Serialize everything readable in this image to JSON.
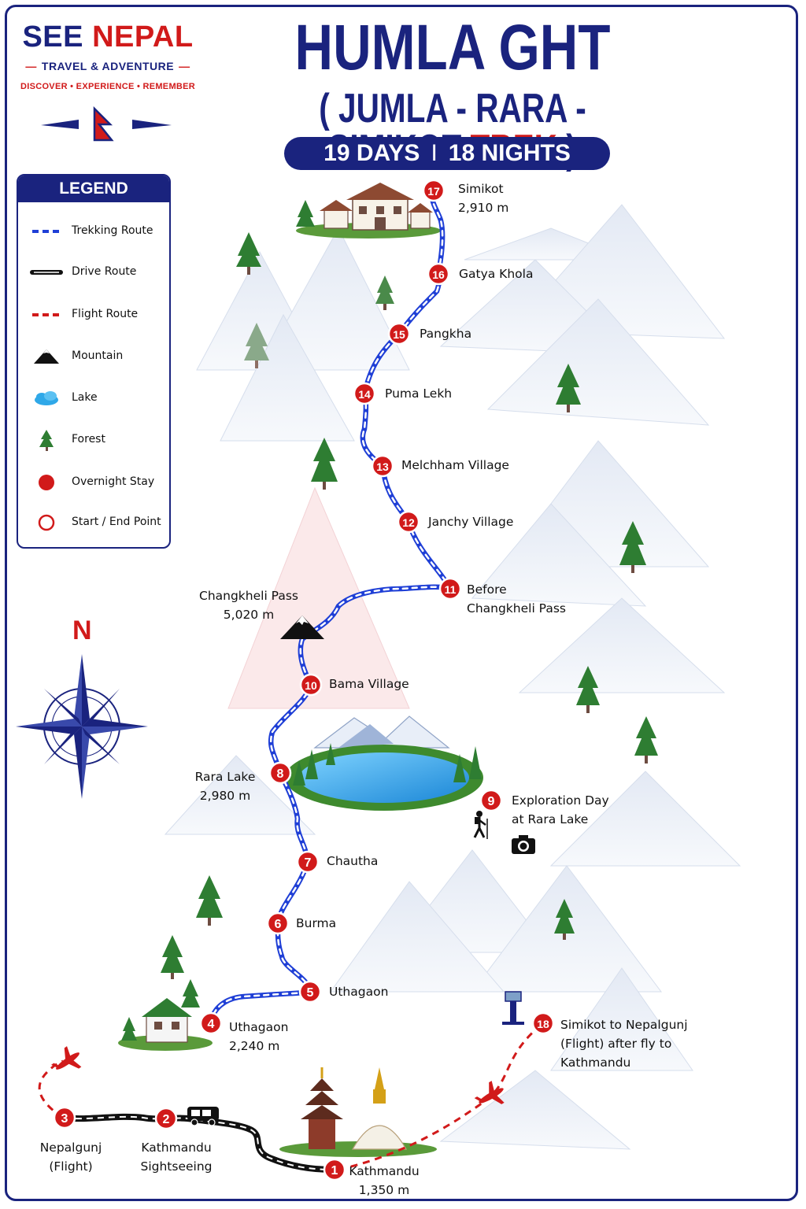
{
  "brand": {
    "name_part1": "SEE",
    "name_part2": "NEPAL",
    "subtitle": "TRAVEL & ADVENTURE",
    "tagline": "DISCOVER • EXPERIENCE • REMEMBER"
  },
  "title": "HUMLA GHT",
  "subtitle": {
    "open": "( JUMLA - RARA - SIMIKOT ",
    "highlight": "TREK",
    "close": " )"
  },
  "duration": {
    "days": "19 DAYS",
    "separator": "I",
    "nights": "18 NIGHTS"
  },
  "legend": {
    "title": "LEGEND",
    "items": [
      {
        "icon": "trekking-route-line",
        "label": "Trekking Route"
      },
      {
        "icon": "drive-route-line",
        "label": "Drive Route"
      },
      {
        "icon": "flight-route-line",
        "label": "Flight Route"
      },
      {
        "icon": "mountain-icon",
        "label": "Mountain"
      },
      {
        "icon": "lake-icon",
        "label": "Lake"
      },
      {
        "icon": "forest-icon",
        "label": "Forest"
      },
      {
        "icon": "overnight-stay-icon",
        "label": "Overnight Stay"
      },
      {
        "icon": "start-end-point-icon",
        "label": "Start / End Point"
      }
    ]
  },
  "compass": {
    "north": "N"
  },
  "stops": [
    {
      "num": "1",
      "name": "Kathmandu",
      "altitude": "1,350 m"
    },
    {
      "num": "2",
      "name": "Kathmandu",
      "line2": "Sightseeing"
    },
    {
      "num": "3",
      "name": "Nepalgunj",
      "line2": "(Flight)"
    },
    {
      "num": "4",
      "name": "Uthagaon",
      "altitude": "2,240 m"
    },
    {
      "num": "5",
      "name": "Uthagaon"
    },
    {
      "num": "6",
      "name": "Burma"
    },
    {
      "num": "7",
      "name": "Chautha"
    },
    {
      "num": "8",
      "name": "Rara Lake",
      "altitude": "2,980 m"
    },
    {
      "num": "9",
      "name": "Exploration Day",
      "line2": "at Rara Lake"
    },
    {
      "num": "10",
      "name": "Bama Village"
    },
    {
      "num": "11",
      "name": "Before",
      "line2": "Changkheli Pass"
    },
    {
      "num": "12",
      "name": "Janchy Village"
    },
    {
      "num": "13",
      "name": "Melchham Village"
    },
    {
      "num": "14",
      "name": "Puma Lekh"
    },
    {
      "num": "15",
      "name": "Pangkha"
    },
    {
      "num": "16",
      "name": "Gatya Khola"
    },
    {
      "num": "17",
      "name": "Simikot",
      "altitude": "2,910 m"
    },
    {
      "num": "18",
      "name": "Simikot to Nepalgunj",
      "line2": "(Flight) after fly to",
      "line3": "Kathmandu"
    }
  ],
  "pass": {
    "name": "Changkheli Pass",
    "altitude": "5,020 m"
  },
  "colors": {
    "navy": "#1a237e",
    "red": "#d11a1a",
    "trek_blue": "#1f3fd6",
    "lake": "#2fa8e8",
    "forest": "#2e7d32"
  }
}
